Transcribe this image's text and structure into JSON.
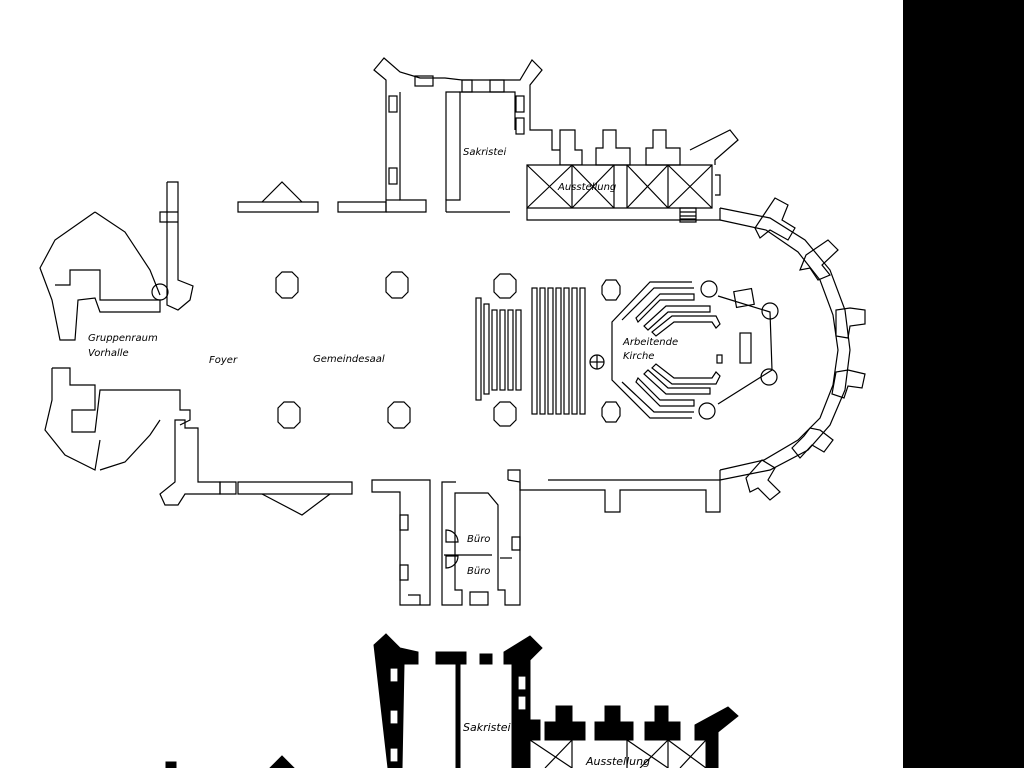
{
  "plan": {
    "rooms": {
      "sakristei": "Sakristei",
      "ausstellung": "Ausstellung",
      "gruppenraum": "Gruppenraum",
      "vorhalle": "Vorhalle",
      "foyer": "Foyer",
      "gemeindesaal": "Gemeindesaal",
      "arbeitende": "Arbeitende",
      "kirche": "Kirche",
      "buero_1": "Büro",
      "buero_2": "Büro"
    }
  },
  "detail_plan": {
    "rooms": {
      "sakristei": "Sakristei",
      "ausstellung": "Ausstellung"
    }
  },
  "colors": {
    "paper": "#ffffff",
    "background": "#000000",
    "ink": "#000000"
  }
}
